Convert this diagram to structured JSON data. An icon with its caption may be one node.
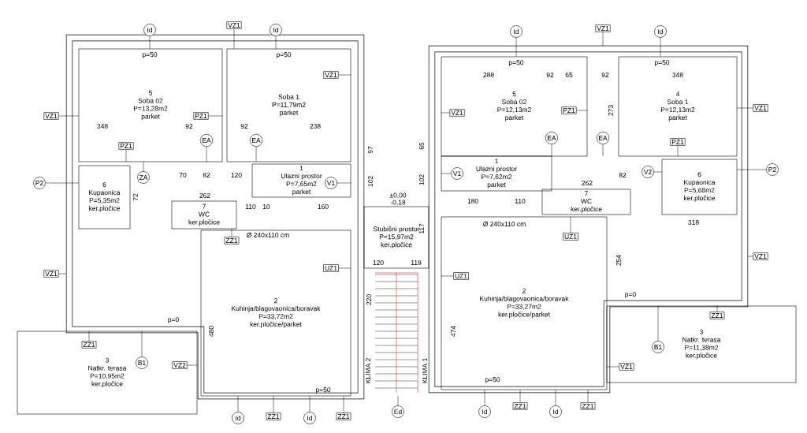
{
  "diagram": {
    "nodes": [
      {
        "text": [
          "5",
          "Soba 02",
          "P=13,28m2",
          "parket"
        ]
      },
      {
        "text": [
          "Soba 1",
          "P=11,79m2",
          "parket"
        ]
      },
      {
        "text": [
          "1",
          "Ulazni prostor",
          "P=7,65m2",
          "parket"
        ]
      },
      {
        "text": [
          "6",
          "Kupaonica",
          "P=5,35m2",
          "ker.pločice"
        ]
      },
      {
        "text": [
          "7",
          "WC",
          "ker.pločice"
        ]
      },
      {
        "text": [
          "2",
          "Kuhinja/blagovaonica/boravak",
          "P=33,72m2",
          "ker.pločice/parket"
        ]
      },
      {
        "text": [
          "3",
          "Natkr. terasa",
          "P=10,95m2",
          "ker.pločice"
        ]
      },
      {
        "text": [
          "Stubišni prostor",
          "P=15,97m2",
          "ker.pločice"
        ]
      },
      {
        "text": [
          "5",
          "Soba 02",
          "P=12,13m2",
          "parket"
        ]
      },
      {
        "text": [
          "4",
          "Soba 1",
          "P=12,13m2",
          "parket"
        ]
      },
      {
        "text": [
          "1",
          "Ulazni prostor",
          "P=7,62m2",
          "parket"
        ]
      },
      {
        "text": [
          "6",
          "Kupaonica",
          "P=5,68m2",
          "ker.pločice"
        ]
      },
      {
        "text": [
          "7",
          "WC",
          "ker.pločice"
        ]
      },
      {
        "text": [
          "2",
          "Kuhinja/blagovaonica/boravak",
          "P=33,27m2",
          "ker.pločice/parket"
        ]
      },
      {
        "text": [
          "3",
          "Natkr. terasa",
          "P=11,38m2",
          "ker.pločice"
        ]
      },
      {
        "text": [
          "Id"
        ]
      },
      {
        "text": [
          "Id"
        ]
      },
      {
        "text": [
          "VZ1"
        ]
      },
      {
        "text": [
          "VZ1"
        ]
      },
      {
        "text": [
          "PZ1"
        ],
        "in": 0
      },
      {
        "text": [
          "PZ1"
        ],
        "in": 0
      },
      {
        "text": [
          "EA"
        ],
        "in": 0
      },
      {
        "text": [
          "EA"
        ],
        "in": 1
      },
      {
        "text": [
          "VZ1"
        ],
        "in": 1
      },
      {
        "text": [
          "ZA"
        ]
      },
      {
        "text": [
          "P2"
        ]
      },
      {
        "text": [
          "V1"
        ],
        "in": 2
      },
      {
        "text": [
          "ZZ1"
        ],
        "in": 5
      },
      {
        "text": [
          "VZ1"
        ]
      },
      {
        "text": [
          "UZ1"
        ],
        "in": 5
      },
      {
        "text": [
          "ZZ1"
        ],
        "in": 6
      },
      {
        "text": [
          "B1"
        ],
        "in": 6
      },
      {
        "text": [
          "VZ2"
        ],
        "in": 6
      },
      {
        "text": [
          "Id"
        ]
      },
      {
        "text": [
          "ZZ1"
        ]
      },
      {
        "text": [
          "Id"
        ]
      },
      {
        "text": [
          "ZZ1"
        ]
      },
      {
        "text": [
          "Ed"
        ]
      },
      {
        "text": [
          "Id"
        ]
      },
      {
        "text": [
          "Id"
        ]
      },
      {
        "text": [
          "VZ1"
        ]
      },
      {
        "text": [
          "VZ1"
        ],
        "in": 8
      },
      {
        "text": [
          "PZ1"
        ],
        "in": 8
      },
      {
        "text": [
          "EA"
        ],
        "in": 8
      },
      {
        "text": [
          "EA"
        ]
      },
      {
        "text": [
          "PZ1"
        ],
        "in": 9
      },
      {
        "text": [
          "VZ1"
        ]
      },
      {
        "text": [
          "V2"
        ]
      },
      {
        "text": [
          "P2"
        ]
      },
      {
        "text": [
          "V1"
        ],
        "in": 10
      },
      {
        "text": [
          "UZ1"
        ],
        "in": 13
      },
      {
        "text": [
          "UZ1"
        ],
        "in": 13
      },
      {
        "text": [
          "VZ1"
        ]
      },
      {
        "text": [
          "ZZ1"
        ],
        "in": 14
      },
      {
        "text": [
          "B1"
        ],
        "in": 14
      },
      {
        "text": [
          "VZ1"
        ],
        "in": 14
      },
      {
        "text": [
          "Id"
        ]
      },
      {
        "text": [
          "ZZ1"
        ]
      },
      {
        "text": [
          "Id"
        ]
      },
      {
        "text": [
          "ZZ1"
        ]
      }
    ],
    "edges": [
      {
        "from": 15,
        "to": 0,
        "arrow": "none"
      },
      {
        "from": 16,
        "to": 1,
        "arrow": "none"
      },
      {
        "from": 17,
        "to": 1,
        "arrow": "none"
      },
      {
        "from": 18,
        "to": 0,
        "arrow": "none"
      },
      {
        "from": 19,
        "to": 0,
        "arrow": "none"
      },
      {
        "from": 20,
        "to": 0,
        "arrow": "none"
      },
      {
        "from": 21,
        "to": 0,
        "arrow": "none"
      },
      {
        "from": 22,
        "to": 1,
        "arrow": "none"
      },
      {
        "from": 23,
        "to": 1,
        "arrow": "none"
      },
      {
        "from": 24,
        "to": 0,
        "arrow": "none"
      },
      {
        "from": 25,
        "to": 3,
        "arrow": "none"
      },
      {
        "from": 26,
        "to": 2,
        "arrow": "none"
      },
      {
        "from": 27,
        "to": 4,
        "arrow": "none"
      },
      {
        "from": 28,
        "to": null,
        "arrow": "none"
      },
      {
        "from": 29,
        "to": 5,
        "arrow": "none"
      },
      {
        "from": 30,
        "to": 6,
        "arrow": "none"
      },
      {
        "from": 31,
        "to": 6,
        "arrow": "none"
      },
      {
        "from": 32,
        "to": 6,
        "arrow": "none"
      },
      {
        "from": 33,
        "to": 5,
        "arrow": "none"
      },
      {
        "from": 34,
        "to": 5,
        "arrow": "none"
      },
      {
        "from": 35,
        "to": 5,
        "arrow": "none"
      },
      {
        "from": 36,
        "to": 5,
        "arrow": "none"
      },
      {
        "from": 37,
        "to": null,
        "arrow": "none"
      },
      {
        "from": 38,
        "to": 8,
        "arrow": "none"
      },
      {
        "from": 39,
        "to": 9,
        "arrow": "none"
      },
      {
        "from": 40,
        "to": null,
        "arrow": "none"
      },
      {
        "from": 41,
        "to": 8,
        "arrow": "none"
      },
      {
        "from": 42,
        "to": 8,
        "arrow": "none"
      },
      {
        "from": 43,
        "to": 8,
        "arrow": "none"
      },
      {
        "from": 44,
        "to": null,
        "arrow": "none"
      },
      {
        "from": 45,
        "to": 9,
        "arrow": "none"
      },
      {
        "from": 46,
        "to": 9,
        "arrow": "none"
      },
      {
        "from": 47,
        "to": 11,
        "arrow": "none"
      },
      {
        "from": 48,
        "to": 11,
        "arrow": "none"
      },
      {
        "from": 49,
        "to": 10,
        "arrow": "none"
      },
      {
        "from": 50,
        "to": 13,
        "arrow": "none"
      },
      {
        "from": 51,
        "to": 13,
        "arrow": "none"
      },
      {
        "from": 52,
        "to": null,
        "arrow": "none"
      },
      {
        "from": 53,
        "to": 14,
        "arrow": "none"
      },
      {
        "from": 54,
        "to": 14,
        "arrow": "none"
      },
      {
        "from": 55,
        "to": 14,
        "arrow": "none"
      },
      {
        "from": 56,
        "to": 13,
        "arrow": "none"
      },
      {
        "from": 57,
        "to": 13,
        "arrow": "none"
      },
      {
        "from": 58,
        "to": 13,
        "arrow": "none"
      },
      {
        "from": 59,
        "to": 13,
        "arrow": "none"
      }
    ],
    "labels": [
      "348",
      "92",
      "92",
      "238",
      "70",
      "82",
      "120",
      "72",
      "262",
      "110",
      "10",
      "160",
      "97",
      "102",
      "±0,00",
      "-0,18",
      "Ø 240x110 cm",
      "220",
      "120",
      "119",
      "480",
      "KLIMA 2",
      "KLIMA 1",
      "p=50",
      "p=50",
      "p=0",
      "p=50",
      "288",
      "92",
      "65",
      "92",
      "348",
      "273",
      "65",
      "102",
      "117",
      "82",
      "180",
      "110",
      "262",
      "318",
      "254",
      "474",
      "Ø 240x110 cm",
      "p=50",
      "p=50",
      "p=0",
      "p=50"
    ]
  }
}
